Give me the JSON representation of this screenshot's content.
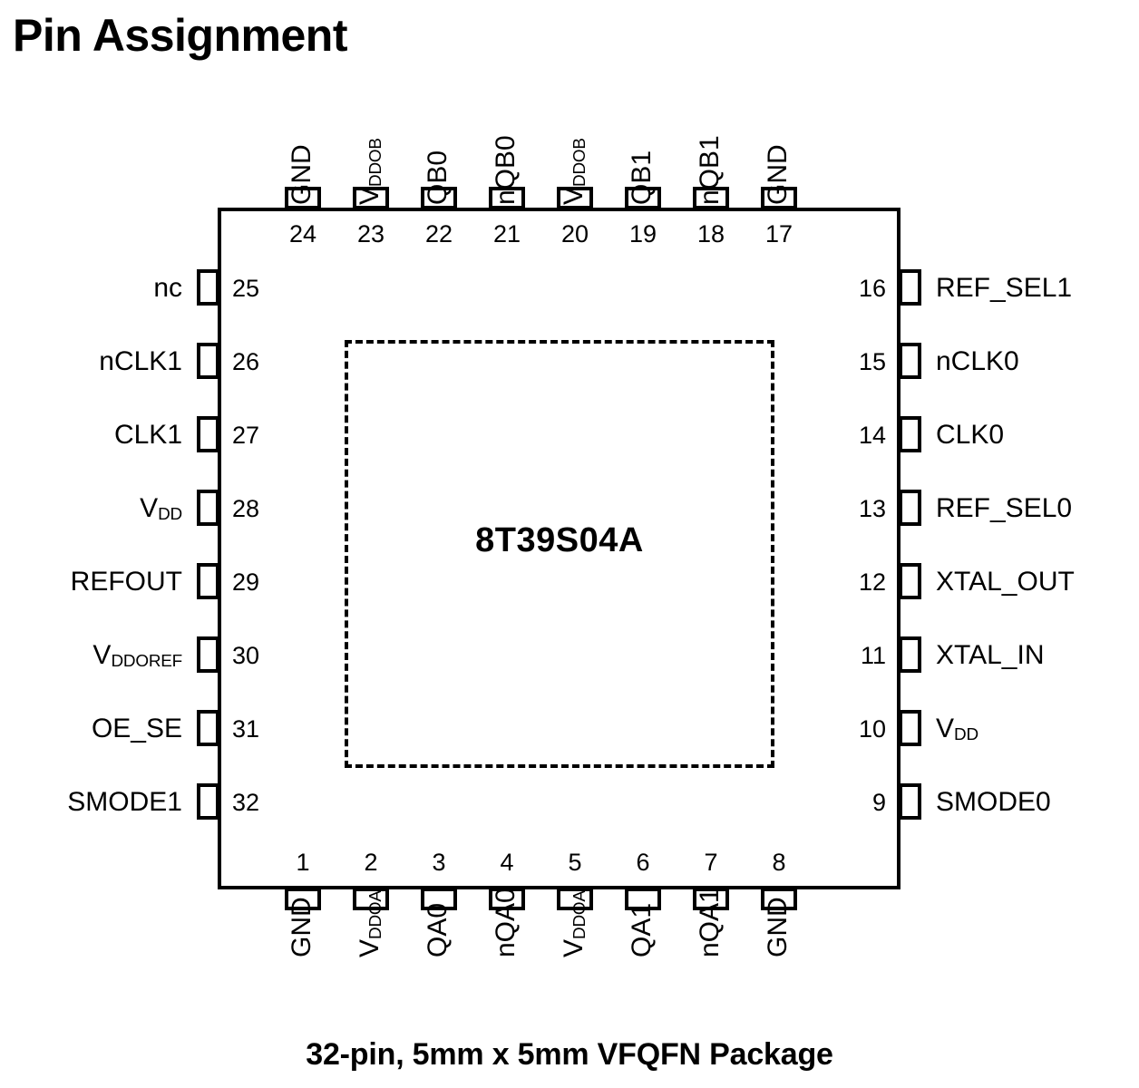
{
  "title": "Pin Assignment",
  "part_number": "8T39S04A",
  "caption": "32-pin, 5mm x 5mm VFQFN Package",
  "colors": {
    "line": "#000000",
    "background": "#ffffff",
    "text": "#000000"
  },
  "package": {
    "type": "VFQFN",
    "pin_count": 32,
    "size": "5mm x 5mm",
    "has_exposed_pad": true
  },
  "pins": {
    "top": [
      {
        "number": "24",
        "label": "GND",
        "sub": ""
      },
      {
        "number": "23",
        "label": "V",
        "sub": "DDOB"
      },
      {
        "number": "22",
        "label": "QB0",
        "sub": ""
      },
      {
        "number": "21",
        "label": "nQB0",
        "sub": ""
      },
      {
        "number": "20",
        "label": "V",
        "sub": "DDOB"
      },
      {
        "number": "19",
        "label": "QB1",
        "sub": ""
      },
      {
        "number": "18",
        "label": "nQB1",
        "sub": ""
      },
      {
        "number": "17",
        "label": "GND",
        "sub": ""
      }
    ],
    "left": [
      {
        "number": "25",
        "label": "nc",
        "sub": ""
      },
      {
        "number": "26",
        "label": "nCLK1",
        "sub": ""
      },
      {
        "number": "27",
        "label": "CLK1",
        "sub": ""
      },
      {
        "number": "28",
        "label": "V",
        "sub": "DD"
      },
      {
        "number": "29",
        "label": "REFOUT",
        "sub": ""
      },
      {
        "number": "30",
        "label": "V",
        "sub": "DDOREF"
      },
      {
        "number": "31",
        "label": "OE_SE",
        "sub": ""
      },
      {
        "number": "32",
        "label": "SMODE1",
        "sub": ""
      }
    ],
    "right": [
      {
        "number": "16",
        "label": "REF_SEL1",
        "sub": ""
      },
      {
        "number": "15",
        "label": "nCLK0",
        "sub": ""
      },
      {
        "number": "14",
        "label": "CLK0",
        "sub": ""
      },
      {
        "number": "13",
        "label": "REF_SEL0",
        "sub": ""
      },
      {
        "number": "12",
        "label": "XTAL_OUT",
        "sub": ""
      },
      {
        "number": "11",
        "label": "XTAL_IN",
        "sub": ""
      },
      {
        "number": "10",
        "label": "V",
        "sub": "DD"
      },
      {
        "number": "9",
        "label": "SMODE0",
        "sub": ""
      }
    ],
    "bottom": [
      {
        "number": "1",
        "label": "GND",
        "sub": ""
      },
      {
        "number": "2",
        "label": "V",
        "sub": "DDOA"
      },
      {
        "number": "3",
        "label": "QA0",
        "sub": ""
      },
      {
        "number": "4",
        "label": "nQA0",
        "sub": ""
      },
      {
        "number": "5",
        "label": "V",
        "sub": "DDOA"
      },
      {
        "number": "6",
        "label": "QA1",
        "sub": ""
      },
      {
        "number": "7",
        "label": "nQA1",
        "sub": ""
      },
      {
        "number": "8",
        "label": "GND",
        "sub": ""
      }
    ]
  }
}
